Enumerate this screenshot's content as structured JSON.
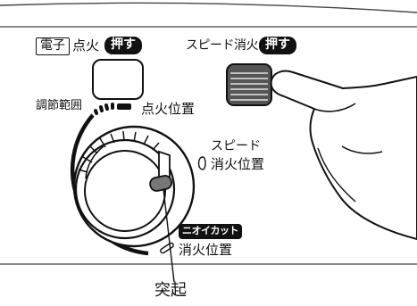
{
  "ignite": {
    "boxed_label": "電子",
    "label": "点火",
    "push_badge": "押す"
  },
  "quick_off": {
    "label": "スピード消火",
    "push_badge": "押す"
  },
  "dial": {
    "range_label": "調節範囲",
    "ignition_position": "点火位置",
    "speed_off_title": "スピード",
    "speed_off_position": "消火位置",
    "cut_badge": "ニオイカット",
    "cut_off_position": "消火位置",
    "bump_callout": "突起"
  },
  "colors": {
    "ink": "#111111",
    "panel_line": "#444444",
    "button_face": "#ffffff",
    "pressed_button": "#555555",
    "bump_fill": "#777777"
  }
}
